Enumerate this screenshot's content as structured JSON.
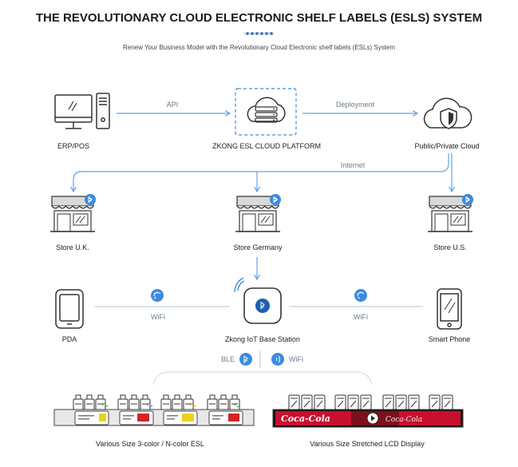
{
  "header": {
    "title": "THE REVOLUTIONARY CLOUD ELECTRONIC SHELF LABELS (ESLS) SYSTEM",
    "subtitle": "Renew Your Business Model with the Revolutionary Cloud Electronic shelf labels (ESLs) System"
  },
  "nodes": {
    "erp": "ERP/POS",
    "platform": "ZKONG ESL CLOUD PLATFORM",
    "cloud": "Public/Private Cloud",
    "store_uk": "Store U.K.",
    "store_de": "Store Germany",
    "store_us": "Store U.S.",
    "pda": "PDA",
    "base": "Zkong IoT Base Station",
    "phone": "Smart Phone",
    "esl": "Various Size 3-color / N-color ESL",
    "lcd": "Various Size Stretched LCD Display"
  },
  "edges": {
    "api": "API",
    "deployment": "Deployment",
    "internet": "Internet",
    "wifi_left": "WiFi",
    "wifi_right": "WiFi",
    "ble": "BLE",
    "wifi_bottom": "WiFi"
  },
  "branding": {
    "lcd_logo_1": "Coca-Cola",
    "lcd_logo_2": "Coca-Cola"
  },
  "colors": {
    "accent": "#3b8be0",
    "line": "#5fa3e8",
    "icon_stroke": "#333333",
    "awning": "#d9d9d9",
    "lcd_red": "#c8102e"
  }
}
